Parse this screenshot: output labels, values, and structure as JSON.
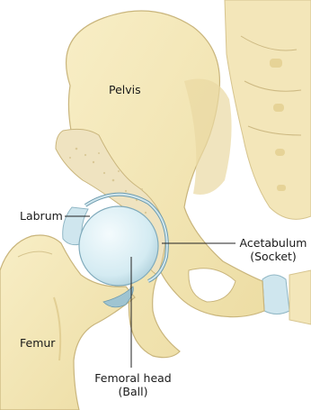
{
  "labels": {
    "pelvis": "Pelvis",
    "labrum": "Labrum",
    "acetabulum_line1": "Acetabulum",
    "acetabulum_line2": "(Socket)",
    "femur": "Femur",
    "femoral_head_line1": "Femoral head",
    "femoral_head_line2": "(Ball)"
  },
  "colors": {
    "bone": "#f4e7b8",
    "bone_shade": "#e8d499",
    "bone_outline": "#c9b57c",
    "cartilage": "#d6ecf2",
    "cartilage_edge": "#8fb6c4",
    "leader": "#222222"
  }
}
